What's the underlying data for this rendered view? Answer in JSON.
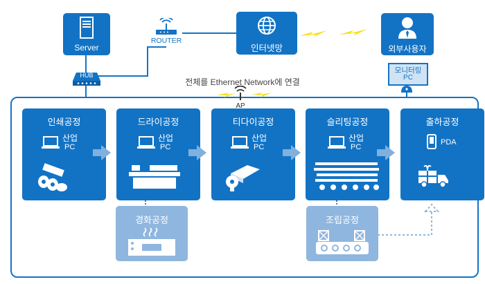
{
  "top": {
    "server": "Server",
    "router": "ROUTER",
    "internet": "인터넷망",
    "external_user": "외부사용자",
    "hub": "HUB",
    "monitoring": "모니터링",
    "monitoring_pc": "PC",
    "network_caption": "전체를 Ethernet Network에 연결",
    "ap": "AP"
  },
  "processes": [
    {
      "title": "인쇄공정",
      "pc1": "산업",
      "pc2": "PC"
    },
    {
      "title": "드라이공정",
      "pc1": "산업",
      "pc2": "PC"
    },
    {
      "title": "티다이공정",
      "pc1": "산업",
      "pc2": "PC"
    },
    {
      "title": "슬리팅공정",
      "pc1": "산업",
      "pc2": "PC"
    },
    {
      "title": "출하공정",
      "device": "PDA"
    }
  ],
  "sub_processes": [
    {
      "title": "경화공정"
    },
    {
      "title": "조립공정"
    }
  ],
  "colors": {
    "primary": "#1273c5",
    "light": "#8fb6de",
    "arrow": "#7fb0de",
    "lightning": "#f5e020",
    "frame": "#1273c5"
  }
}
